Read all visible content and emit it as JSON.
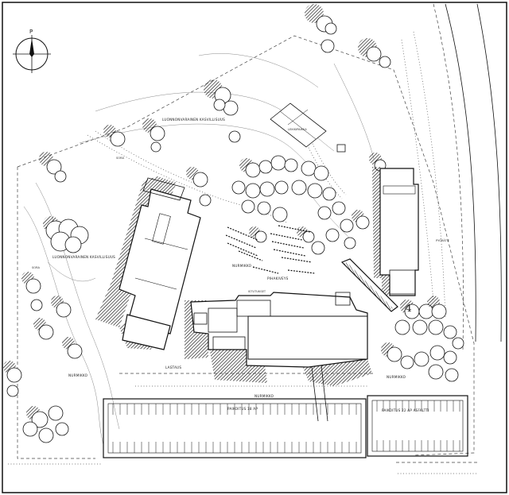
{
  "labels": {
    "north": "P",
    "building_number": "4",
    "sports_field": "LEIKKIPAIKKA",
    "lawn_top": "LUONNONVARAINEN KASVILLISUUS",
    "lawn_left": "LUONNONVARAINEN KASVILLISUUS",
    "parking_right": "PAIKOITUS 22 AP ASFALTTI",
    "parking_left": "PAIKOITUS 18 AP",
    "lawn_bottom_left": "NURMIKKO",
    "lawn_bottom_mid": "NURMIKKO",
    "lawn_right": "NURMIKKO",
    "yard": "NURMIKKO",
    "yard_paving": "PIHAKIVEYS",
    "yard_plants": "ISTUTUKSET",
    "loading": "LASTAUS",
    "gravel": "SORA",
    "gravel_left": "SORA",
    "road_right": "PYÖRÄTIE"
  }
}
